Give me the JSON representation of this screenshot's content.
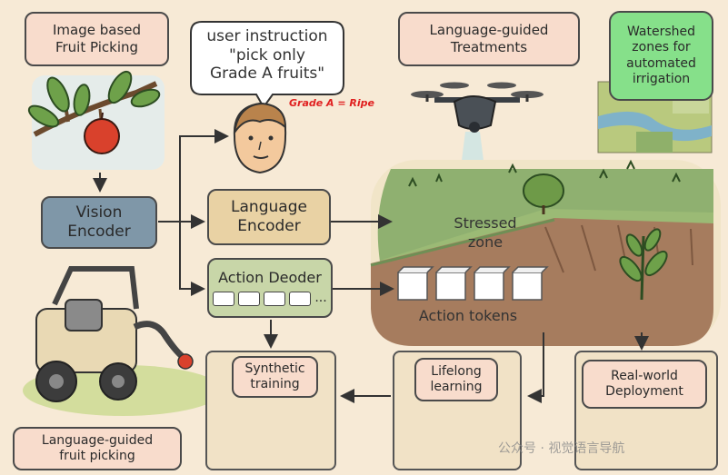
{
  "labels": {
    "fruit_picking": "Image based\nFruit Picking",
    "speech": "user instruction\n\"pick only\nGrade A fruits\"",
    "grade_note": "Grade A = Ripe",
    "treatments": "Language-guided\nTreatments",
    "watershed": "Watershed\nzones for\nautomated\nirrigation",
    "vision_encoder": "Vision\nEncoder",
    "language_encoder": "Language\nEncoder",
    "action_decoder": "Action Deoder",
    "action_decoder_dots": "...",
    "stressed_zone": "Stressed\nzone",
    "action_tokens": "Action tokens",
    "synthetic_training": "Synthetic\ntraining",
    "lifelong_learning": "Lifelong\nlearning",
    "real_world": "Real-world\nDeployment",
    "lang_fruit_picking": "Language-guided\nfruit picking",
    "watermark": "公众号 · 视觉语言导航"
  },
  "colors": {
    "background": "#f7ead6",
    "vision_encoder": "#7f97a8",
    "language_encoder": "#e9d2a4",
    "action_decoder": "#c8d6a8",
    "box_pink": "#f8dccc",
    "watershed": "#86e08a",
    "grade_note": "#e02020",
    "field_grass": "#8fb070",
    "field_soil": "#a67c5e"
  }
}
